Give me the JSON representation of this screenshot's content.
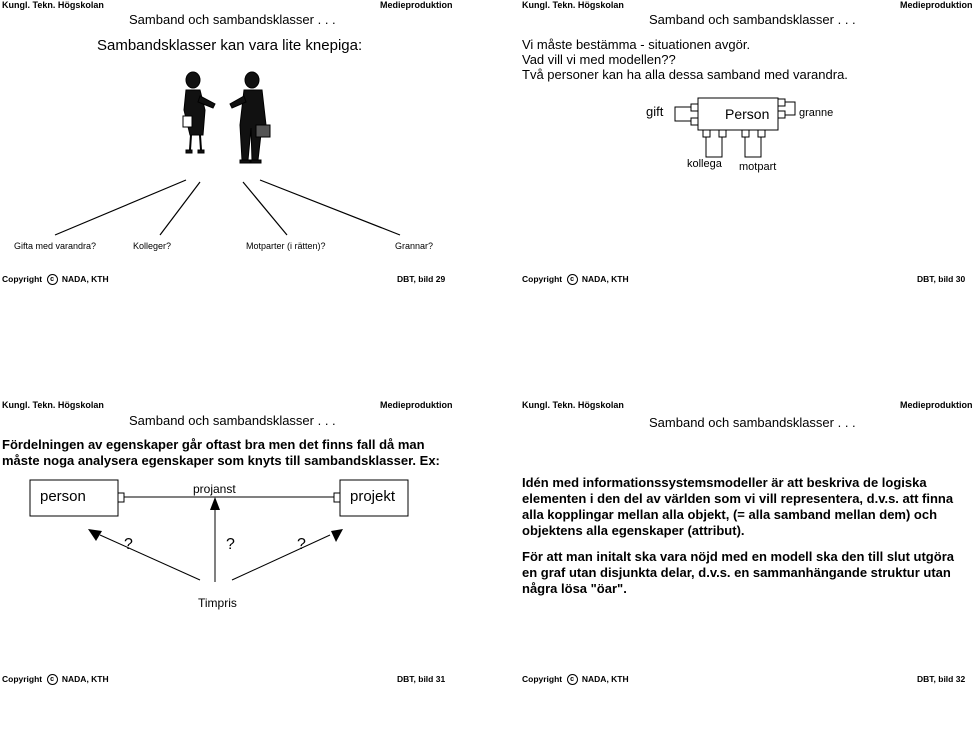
{
  "header": {
    "institution": "Kungl. Tekn. Högskolan",
    "department": "Medieproduktion",
    "subtitle": "Samband och sambandsklasser . . ."
  },
  "footer": {
    "copyright_prefix": "Copyright",
    "copyright_symbol": "c",
    "copyright_owner": "NADA, KTH"
  },
  "slide29": {
    "page_label": "DBT, bild 29",
    "heading": "Sambandsklasser kan vara lite knepiga:",
    "labels": [
      "Gifta med varandra?",
      "Kolleger?",
      "Motparter (i rätten)?",
      "Grannar?"
    ]
  },
  "slide30": {
    "page_label": "DBT, bild 30",
    "lines": [
      "Vi måste bestämma - situationen avgör.",
      "Vad vill vi med modellen??",
      "Två personer kan ha alla dessa samband med varandra."
    ],
    "entity": "Person",
    "rel_gift": "gift",
    "rel_granne": "granne",
    "rel_kollega": "kollega",
    "rel_motpart": "motpart"
  },
  "slide31": {
    "page_label": "DBT, bild 31",
    "text_line1": "Fördelningen av egenskaper går oftast bra men det finns fall då man",
    "text_line2": "måste noga analysera egenskaper som knyts till sambandsklasser. Ex:",
    "entity_person": "person",
    "entity_projekt": "projekt",
    "relation": "projanst",
    "attribute": "Timpris",
    "question_marks": [
      "?",
      "?",
      "?"
    ]
  },
  "slide32": {
    "page_label": "DBT, bild 32",
    "para1": [
      "Idén med informationssystemsmodeller är att beskriva de logiska",
      "elementen i den del av världen som vi vill representera, d.v.s. att finna",
      "alla kopplingar mellan alla objekt, (= alla samband mellan dem) och",
      "objektens alla egenskaper (attribut)."
    ],
    "para2": [
      "För att man initalt ska vara nöjd med en modell ska den till slut utgöra",
      "en graf utan disjunkta delar, d.v.s. en sammanhängande struktur utan",
      "några lösa \"öar\"."
    ]
  }
}
